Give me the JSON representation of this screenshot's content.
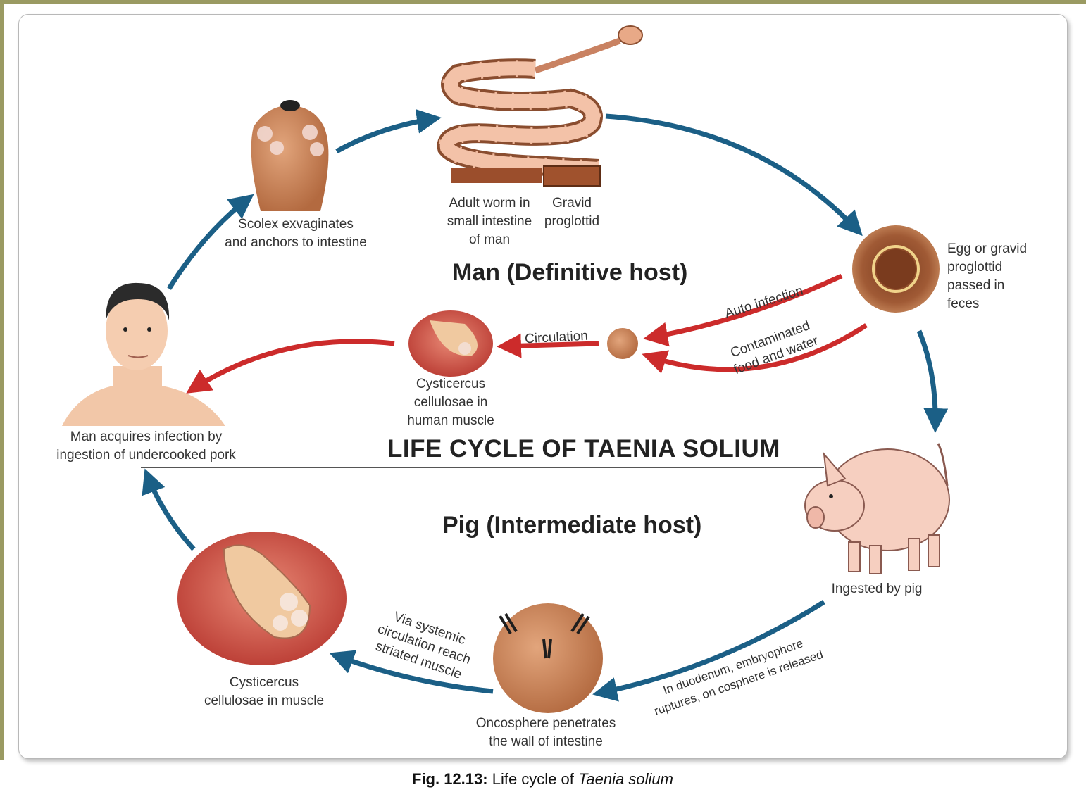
{
  "figure": {
    "title": "LIFE CYCLE OF TAENIA SOLIUM",
    "caption_label": "Fig. 12.13:",
    "caption_text": "Life cycle of",
    "caption_species": "Taenia solium"
  },
  "hosts": {
    "definitive": "Man (Definitive host)",
    "intermediate": "Pig (Intermediate host)"
  },
  "stages": {
    "scolex_line1": "Scolex exvaginates",
    "scolex_line2": "and anchors to intestine",
    "adult_line1": "Adult worm in",
    "adult_line2": "small intestine",
    "adult_line3": "of man",
    "gravid_line1": "Gravid",
    "gravid_line2": "proglottid",
    "egg_line1": "Egg or gravid",
    "egg_line2": "proglottid",
    "egg_line3": "passed in",
    "egg_line4": "feces",
    "auto_infection": "Auto infection",
    "contaminated_line1": "Contaminated",
    "contaminated_line2": "food and water",
    "circulation": "Circulation",
    "cyst_human_line1": "Cysticercus",
    "cyst_human_line2": "cellulosae in",
    "cyst_human_line3": "human muscle",
    "man_line1": "Man acquires infection by",
    "man_line2": "ingestion of undercooked pork",
    "ingested_by_pig": "Ingested by pig",
    "duodenum_line1": "In duodenum, embryophore",
    "duodenum_line2": "ruptures, on cosphere is released",
    "oncosphere_line1": "Oncosphere penetrates",
    "oncosphere_line2": "the wall of intestine",
    "systemic_line1": "Via systemic",
    "systemic_line2": "circulation reach",
    "systemic_line3": "striated muscle",
    "cyst_muscle_line1": "Cysticercus",
    "cyst_muscle_line2": "cellulosae in muscle"
  },
  "colors": {
    "blue_arrow": "#1b5f86",
    "red_arrow": "#cc2b2b",
    "flesh": "#cf8a5e",
    "pig": "#f6cfc0",
    "muscle": "#c9453d"
  },
  "icons": [
    "scolex-icon",
    "tapeworm-icon",
    "egg-icon",
    "man-icon",
    "oncosphere-icon",
    "cysticercus-icon",
    "pig-icon"
  ]
}
